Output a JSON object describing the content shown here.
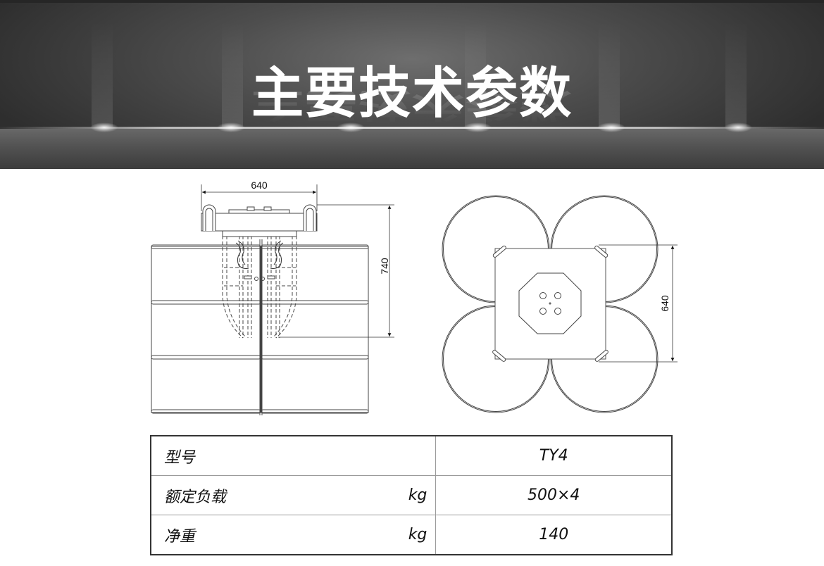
{
  "banner": {
    "title": "主要技术参数"
  },
  "side_view": {
    "width_dim": "640",
    "height_dim": "740"
  },
  "top_view": {
    "side_dim": "640"
  },
  "spec_table": {
    "rows": [
      {
        "label": "型号",
        "unit": "",
        "value": "TY4"
      },
      {
        "label": "额定负载",
        "unit": "kg",
        "value": "500×4"
      },
      {
        "label": "净重",
        "unit": "kg",
        "value": "140"
      }
    ]
  }
}
